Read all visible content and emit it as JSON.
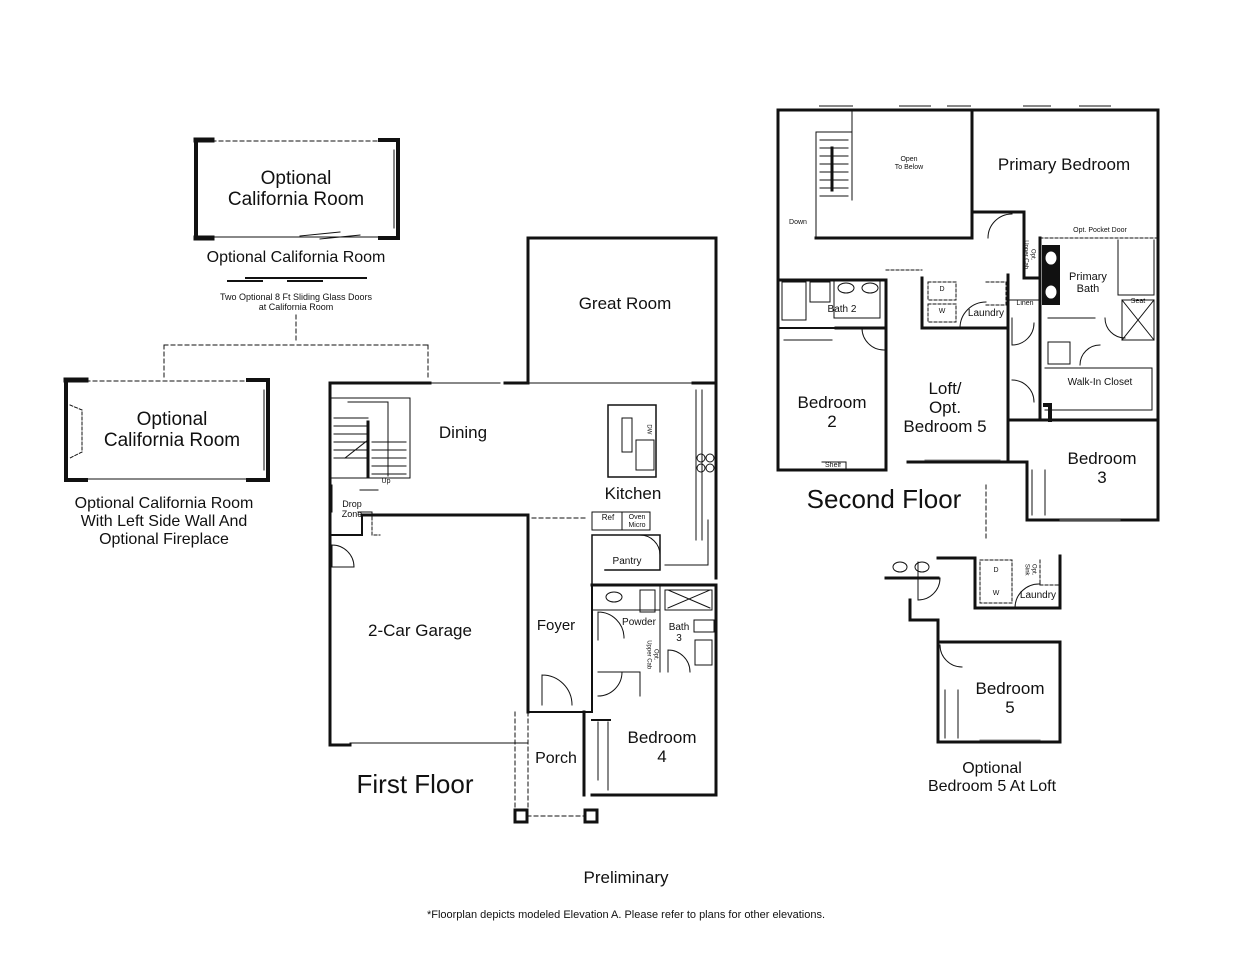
{
  "footer": {
    "preliminary": "Preliminary",
    "disclaimer": "*Floorplan depicts modeled Elevation A. Please refer to plans for other elevations."
  },
  "first_floor": {
    "title": "First Floor",
    "rooms": {
      "great_room": "Great Room",
      "dining": "Dining",
      "kitchen": "Kitchen",
      "garage": "2-Car Garage",
      "foyer": "Foyer",
      "porch": "Porch",
      "bedroom4": "Bedroom\n4",
      "powder": "Powder",
      "bath3": "Bath\n3",
      "pantry": "Pantry",
      "drop_zone": "Drop\nZone",
      "ref": "Ref",
      "oven_micro": "Oven\nMicro",
      "up": "Up",
      "dw": "DW",
      "opt_upper_cab": "Opt.\nUpper Cab"
    }
  },
  "second_floor": {
    "title": "Second Floor",
    "rooms": {
      "primary_bedroom": "Primary Bedroom",
      "primary_bath": "Primary\nBath",
      "walk_in_closet": "Walk-In Closet",
      "bedroom2": "Bedroom\n2",
      "bedroom3": "Bedroom\n3",
      "loft": "Loft/\nOpt.\nBedroom 5",
      "bath2": "Bath 2",
      "laundry": "Laundry",
      "linen": "Linen",
      "open_to_below": "Open\nTo Below",
      "down": "Down",
      "shelf": "Shelf",
      "seat": "Seat",
      "opt_pocket_door": "Opt. Pocket Door",
      "opt_upper_cab": "Opt.\nUpper Cab",
      "dryer": "D",
      "washer": "W"
    }
  },
  "optional_ca_room": {
    "room_label": "Optional\nCalifornia Room",
    "caption": "Optional California Room",
    "sliding_doors_note": "Two Optional 8 Ft Sliding Glass Doors\nat California Room"
  },
  "optional_ca_room_fireplace": {
    "room_label": "Optional\nCalifornia Room",
    "caption": "Optional California Room\nWith Left Side Wall And\nOptional Fireplace"
  },
  "optional_bedroom5": {
    "room_label": "Bedroom\n5",
    "caption": "Optional\nBedroom 5 At Loft",
    "laundry": "Laundry",
    "opt_sink": "Opt.\nSink",
    "dryer": "D",
    "washer": "W"
  }
}
